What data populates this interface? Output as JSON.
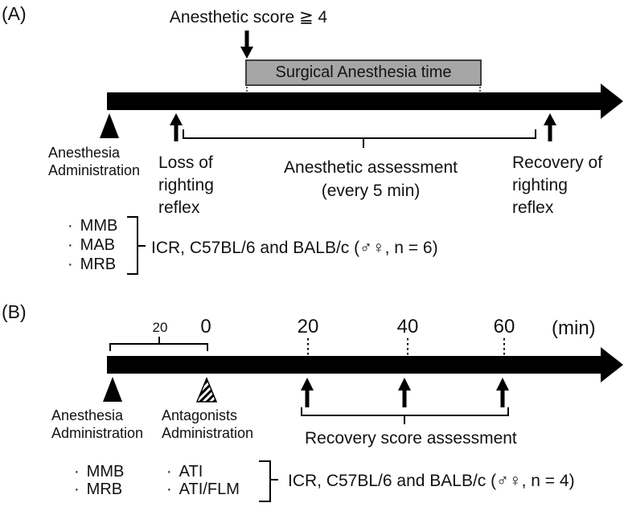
{
  "figure": {
    "panel_a": {
      "label": "(A)",
      "anesthetic_score_label": "Anesthetic score ≧ 4",
      "surgical_box_label": "Surgical Anesthesia time",
      "anesthesia_admin_label": "Anesthesia\nAdministration",
      "loss_label": "Loss of\nrighting\nreflex",
      "assessment_label": "Anesthetic assessment\n(every 5 min)",
      "recovery_label": "Recovery of\nrighting\nreflex",
      "bullet": "·",
      "drugs": [
        "MMB",
        "MAB",
        "MRB"
      ],
      "strain_label": "ICR, C57BL/6 and BALB/c (♂♀, n = 6)"
    },
    "panel_b": {
      "label": "(B)",
      "pre_tick_label": "20",
      "ticks": [
        "0",
        "20",
        "40",
        "60"
      ],
      "unit_label": "(min)",
      "anesthesia_admin_label": "Anesthesia\nAdministration",
      "antagonists_admin_label": "Antagonists\nAdministration",
      "recovery_assessment_label": "Recovery score assessment",
      "bullet": "·",
      "anesthetics": [
        "MMB",
        "MRB"
      ],
      "antagonists": [
        "ATI",
        "ATI/FLM"
      ],
      "strain_label": "ICR, C57BL/6 and BALB/c (♂♀, n = 4)"
    },
    "colors": {
      "ink": "#000000",
      "box_fill": "#a6a6a6",
      "box_border": "#3f3f3f"
    }
  }
}
